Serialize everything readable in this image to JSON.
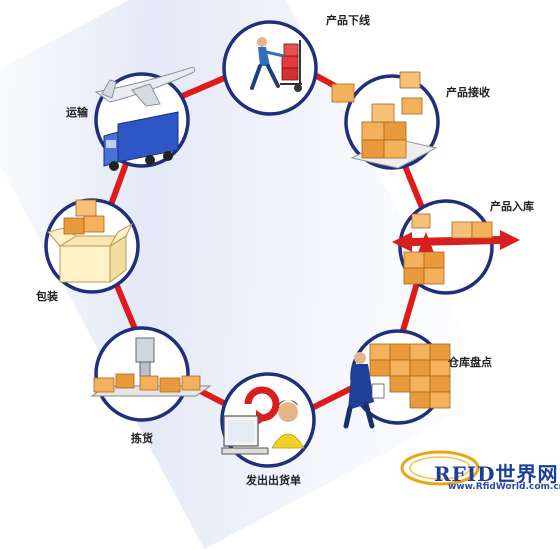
{
  "steps": {
    "offline": "产品下线",
    "receive": "产品接收",
    "warehouse_in": "产品入库",
    "inventory": "仓库盘点",
    "shipping_order": "发出出货单",
    "picking": "拣货",
    "packing": "包装",
    "transport": "运输"
  },
  "logo": {
    "brand": "RFID世界网",
    "url": "www.RfidWorld.com.cn"
  },
  "colors": {
    "ring": "#e01a1a",
    "circle_border": "#1f2f7a",
    "box_light": "#f7b867",
    "box_dark": "#d98a2a"
  }
}
